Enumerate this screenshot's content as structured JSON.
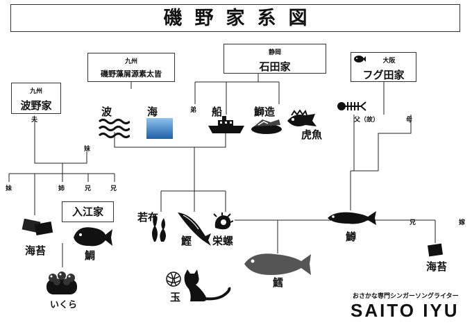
{
  "title": "磯野家系図",
  "families": {
    "isono": {
      "region": "九州",
      "name": "磯野藻屑源素太皆"
    },
    "namino": {
      "region": "九州",
      "name": "波野家"
    },
    "ishida": {
      "region": "静岡",
      "name": "石田家"
    },
    "fuguta": {
      "region": "大阪",
      "name": "フグ田家"
    },
    "irie": {
      "name": "入江家"
    }
  },
  "members": {
    "nami": "波",
    "umi": "海",
    "fune": "船",
    "katsuo_zukuri": "鰤造",
    "okoze": "虎魚",
    "wakame": "若布",
    "katsuo": "鰹",
    "sazae": "栄螺",
    "tara": "鱈",
    "masu": "鱒",
    "nori_left": "海苔",
    "tai": "鯛",
    "ikura": "いくら",
    "tama": "玉",
    "nori_right": "海苔"
  },
  "relations": {
    "otto": "夫",
    "imouto_a": "妹",
    "imouto_b": "妹",
    "ane": "姉",
    "ani_a": "兄",
    "ani_b": "兄",
    "otouto": "弟",
    "chichi": "父（故）",
    "haha": "母",
    "ani_c": "兄",
    "yome": "嫁"
  },
  "credit": {
    "tagline": "おさかな専門シンガーソングライター",
    "name": "SAITO IYU"
  },
  "colors": {
    "sea_blue": "#3b7fc4",
    "ink": "#111111"
  }
}
